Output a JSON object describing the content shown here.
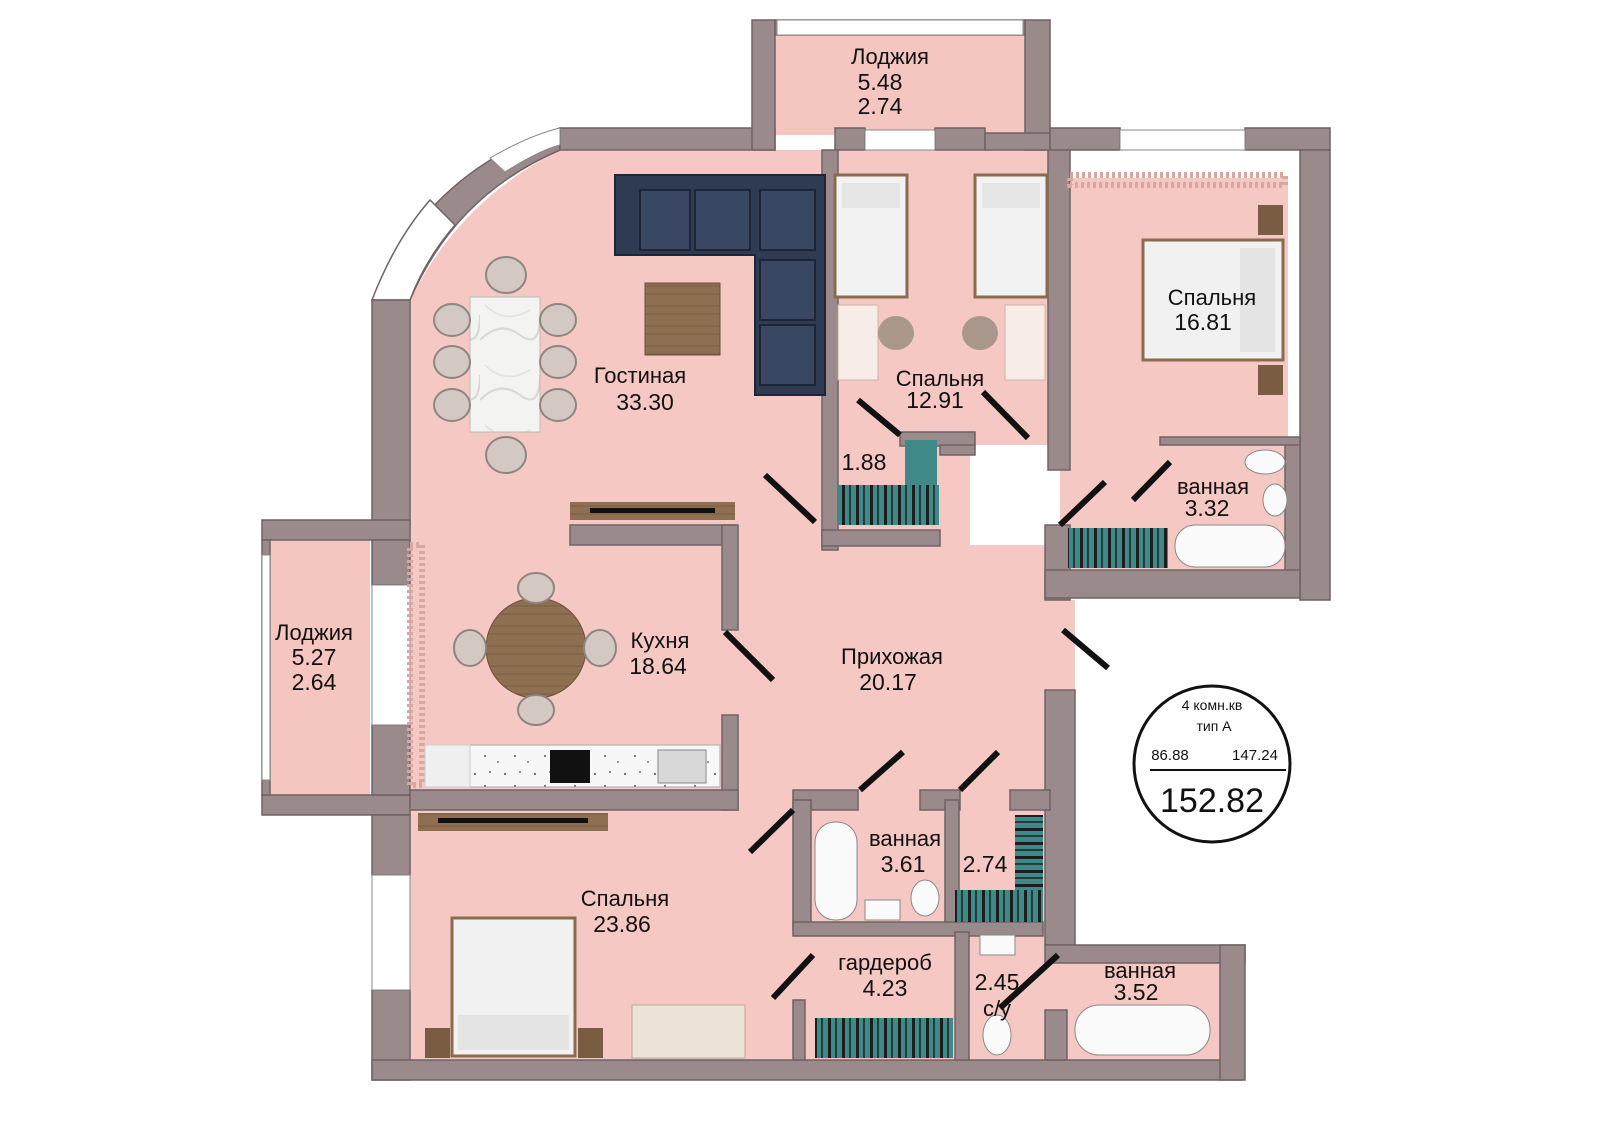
{
  "colors": {
    "floor": "#f6c8c3",
    "wall": "#9b8a8c",
    "wall_dark": "#6f6265",
    "loggia": "#f5c6c0",
    "window": "#ffffff",
    "sofa": "#2f3b52",
    "wood": "#8a6b4e",
    "teal": "#3f8a88",
    "door": "#111111"
  },
  "rooms": {
    "loggia_top": {
      "name": "Лоджия",
      "area": "5.48",
      "area2": "2.74"
    },
    "living": {
      "name": "Гостиная",
      "area": "33.30"
    },
    "bedroom_kids": {
      "name": "Спальня",
      "area": "12.91"
    },
    "closet_small": {
      "area": "1.88"
    },
    "bedroom_right": {
      "name": "Спальня",
      "area": "16.81"
    },
    "bath_right": {
      "name": "ванная",
      "area": "3.32"
    },
    "loggia_left": {
      "name": "Лоджия",
      "area": "5.27",
      "area2": "2.64"
    },
    "kitchen": {
      "name": "Кухня",
      "area": "18.64"
    },
    "hall": {
      "name": "Прихожая",
      "area": "20.17"
    },
    "bath_mid": {
      "name": "ванная",
      "area": "3.61"
    },
    "closet_mid": {
      "area": "2.74"
    },
    "bedroom_main": {
      "name": "Спальня",
      "area": "23.86"
    },
    "wardrobe": {
      "name": "гардероб",
      "area": "4.23"
    },
    "wc": {
      "area": "2.45",
      "name": "с/у"
    },
    "bath_bottom": {
      "name": "ванная",
      "area": "3.52"
    }
  },
  "badge": {
    "line1": "4 комн.кв",
    "line2": "тип А",
    "left_value": "86.88",
    "right_value": "147.24",
    "total": "152.82"
  }
}
